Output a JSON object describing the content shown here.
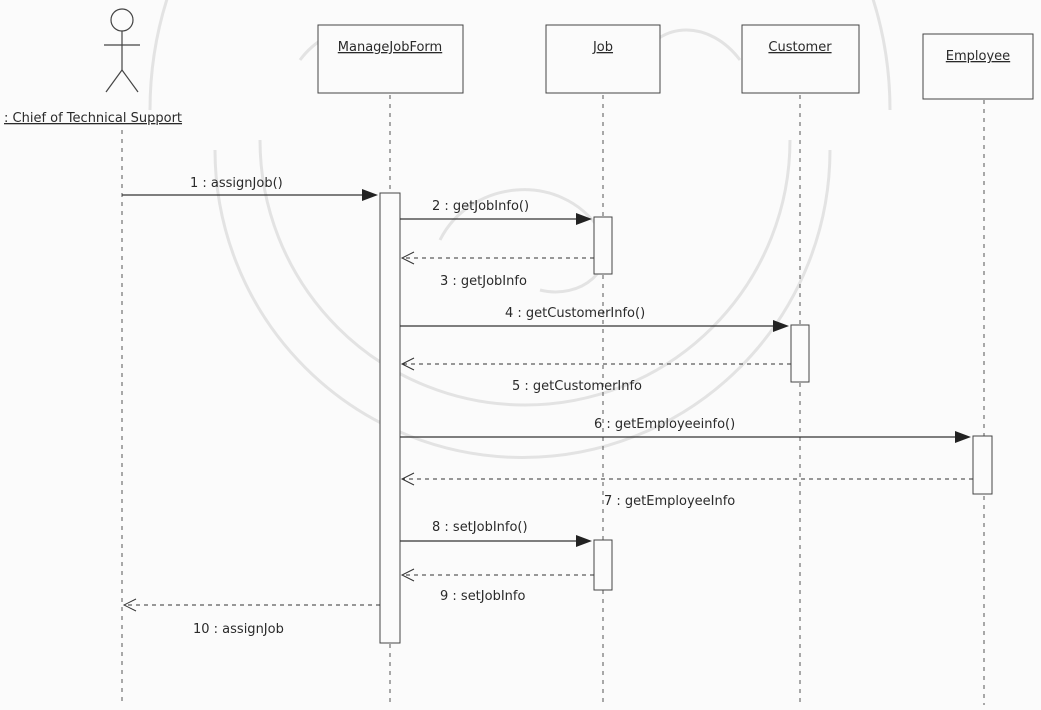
{
  "actor": {
    "name": ": Chief of Technical Support"
  },
  "objects": [
    {
      "id": "form",
      "name": "ManageJobForm"
    },
    {
      "id": "job",
      "name": "Job"
    },
    {
      "id": "customer",
      "name": "Customer"
    },
    {
      "id": "employee",
      "name": "Employee"
    }
  ],
  "messages": [
    {
      "id": "m1",
      "label": "1 : assignJob()",
      "kind": "call"
    },
    {
      "id": "m2",
      "label": "2 : getJobInfo()",
      "kind": "call"
    },
    {
      "id": "m3",
      "label": "3 : getJobInfo",
      "kind": "return"
    },
    {
      "id": "m4",
      "label": "4 : getCustomerInfo()",
      "kind": "call"
    },
    {
      "id": "m5",
      "label": "5 : getCustomerInfo",
      "kind": "return"
    },
    {
      "id": "m6",
      "label": "6 : getEmployeeinfo()",
      "kind": "call"
    },
    {
      "id": "m7",
      "label": "7 : getEmployeeInfo",
      "kind": "return"
    },
    {
      "id": "m8",
      "label": "8 : setJobInfo()",
      "kind": "call"
    },
    {
      "id": "m9",
      "label": "9 : setJobInfo",
      "kind": "return"
    },
    {
      "id": "m10",
      "label": "10 : assignJob",
      "kind": "return"
    }
  ]
}
